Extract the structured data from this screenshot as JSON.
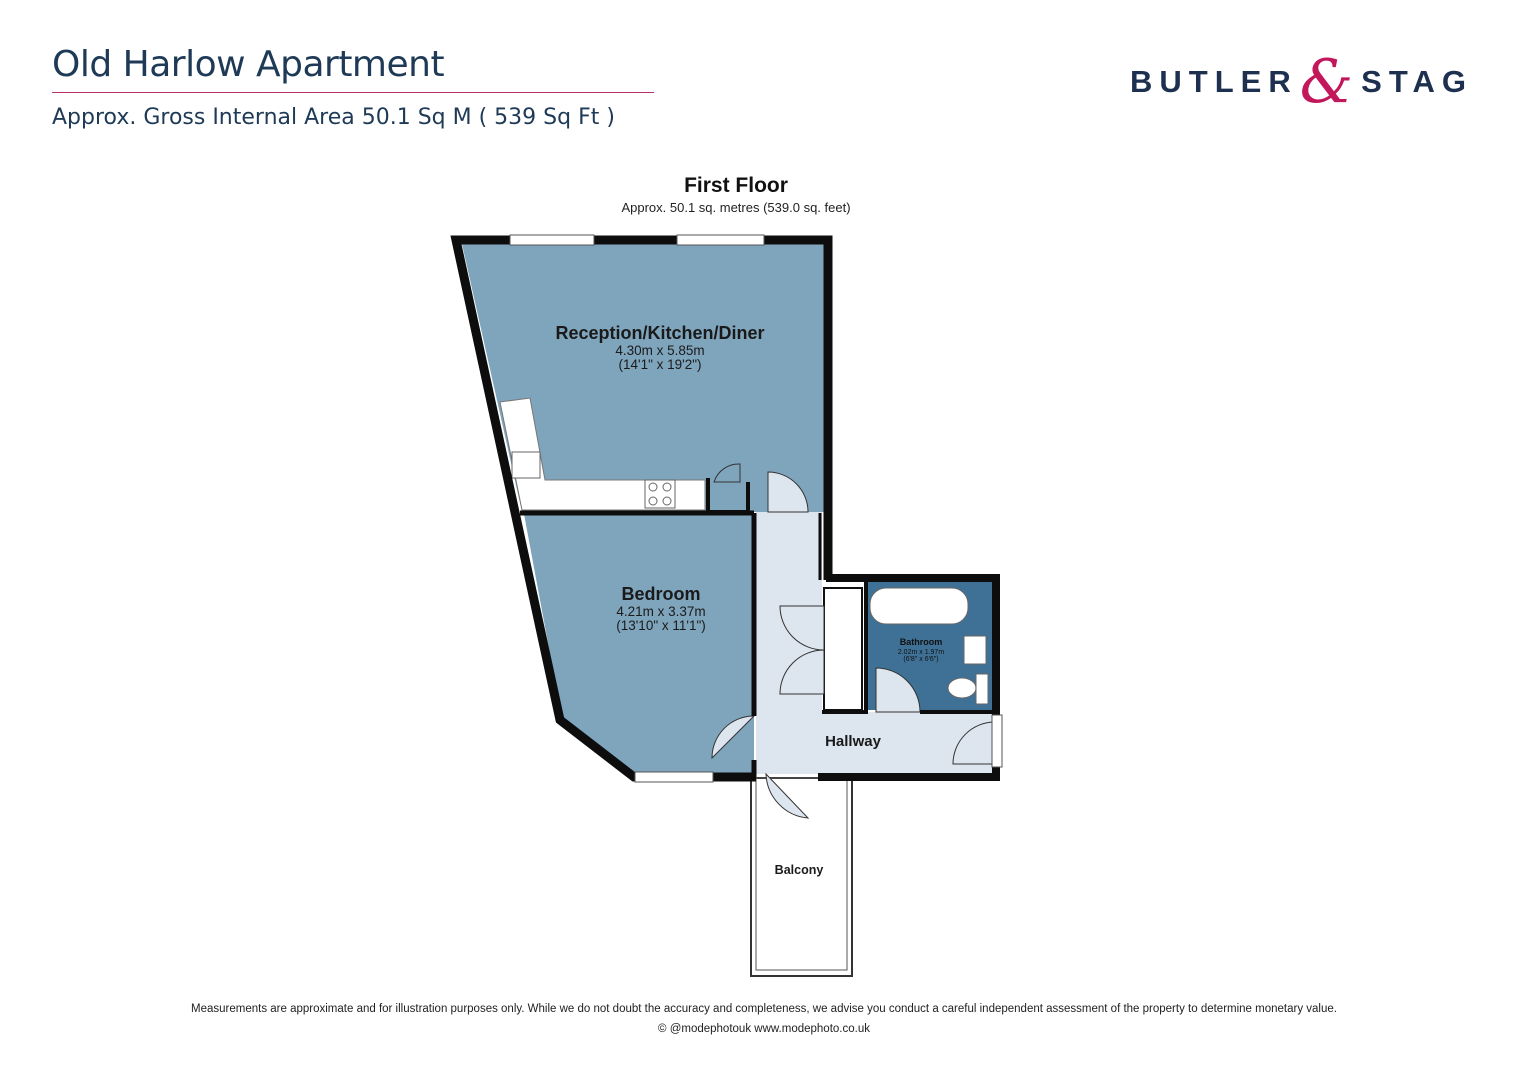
{
  "header": {
    "title": "Old Harlow Apartment",
    "area": "Approx. Gross Internal Area 50.1 Sq M ( 539 Sq Ft )"
  },
  "logo": {
    "left": "BUTLER",
    "amp": "&",
    "right": "STAG"
  },
  "floor": {
    "name": "First Floor",
    "area": "Approx. 50.1 sq. metres (539.0 sq. feet)"
  },
  "rooms": {
    "reception": {
      "name": "Reception/Kitchen/Diner",
      "metric": "4.30m x 5.85m",
      "imperial": "(14'1\" x 19'2\")"
    },
    "bedroom": {
      "name": "Bedroom",
      "metric": "4.21m x 3.37m",
      "imperial": "(13'10\" x 11'1\")"
    },
    "bathroom": {
      "name": "Bathroom",
      "metric": "2.02m x 1.97m",
      "imperial": "(6'8\" x 6'6\")"
    },
    "hallway": {
      "name": "Hallway"
    },
    "balcony": {
      "name": "Balcony"
    }
  },
  "colors": {
    "room": "#7fa5bd",
    "bathroom": "#3f7196",
    "hallway": "#dde5ee",
    "wall": "#0d0d0d",
    "title": "#1e3a56",
    "accent": "#c2185b"
  },
  "footer": {
    "disclaimer": "Measurements are approximate and for illustration purposes only.  While we do not doubt the accuracy and completeness, we advise you conduct a careful independent assessment of the property to determine monetary value.",
    "credit": "© @modephotouk www.modephoto.co.uk"
  }
}
